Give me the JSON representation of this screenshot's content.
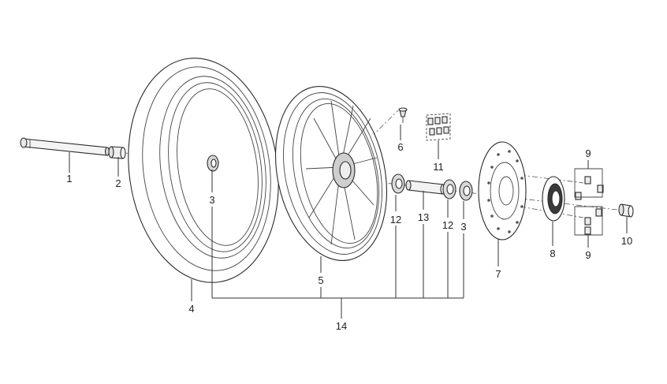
{
  "labels": {
    "p1": "1",
    "p2": "2",
    "p3a": "3",
    "p3b": "3",
    "p4": "4",
    "p5": "5",
    "p6": "6",
    "p7": "7",
    "p8": "8",
    "p9a": "9",
    "p9b": "9",
    "p10": "10",
    "p11": "11",
    "p12a": "12",
    "p12b": "12",
    "p13": "13",
    "p14": "14"
  }
}
